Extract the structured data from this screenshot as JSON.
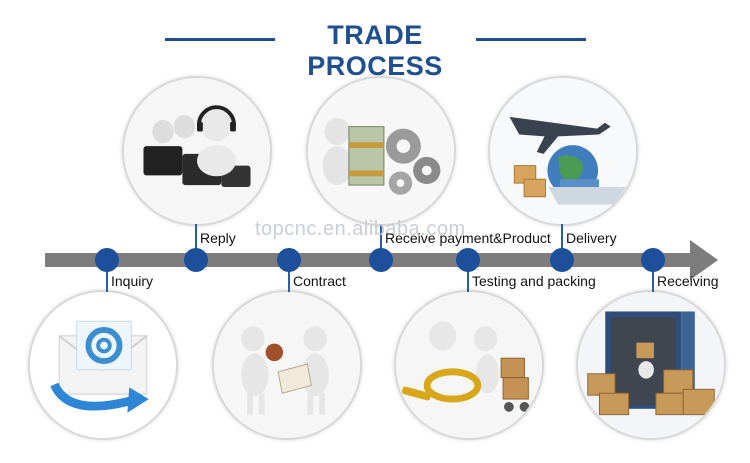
{
  "title": "TRADE PROCESS",
  "watermark": "topcnc.en.alibaba.com",
  "colors": {
    "title": "#1f4f8f",
    "arrow": "#7d7d7d",
    "node": "#1e4f9a",
    "tick": "#2a5ea8"
  },
  "steps": [
    {
      "label": "Inquiry",
      "icon": "email-at-icon",
      "position": "below"
    },
    {
      "label": "Reply",
      "icon": "call-center-icon",
      "position": "above"
    },
    {
      "label": "Contract",
      "icon": "handshake-stamp-icon",
      "position": "below"
    },
    {
      "label": "Receive payment&Product",
      "icon": "money-gears-icon",
      "position": "above"
    },
    {
      "label": "Testing and packing",
      "icon": "magnifier-boxes-icon",
      "position": "below"
    },
    {
      "label": "Delivery",
      "icon": "plane-ship-icon",
      "position": "above"
    },
    {
      "label": "Receiving",
      "icon": "container-boxes-icon",
      "position": "below"
    }
  ]
}
